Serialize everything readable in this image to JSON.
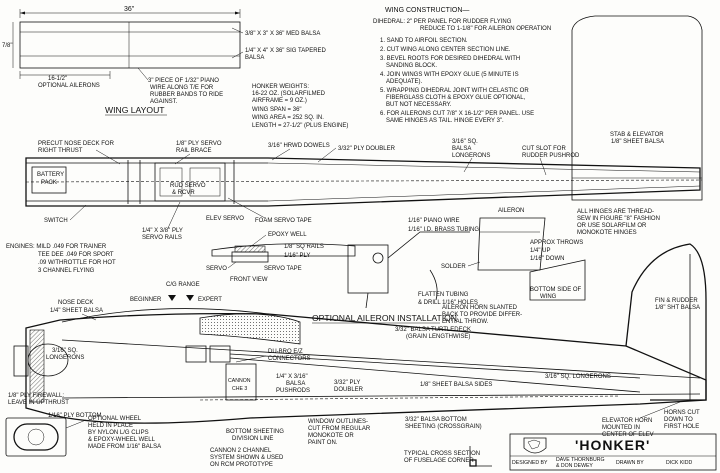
{
  "wing_layout": {
    "span_dim": "36\"",
    "chord_dim": "7/8\"",
    "aileron_dim": "16-1/2\"",
    "aileron_label": "OPTIONAL AILERONS",
    "med_balsa": "3/8\" X 3\" X 36\" MED BALSA",
    "sig_balsa": [
      "1/4\" X 4\" X 36\" SIG TAPERED",
      "BALSA"
    ],
    "piano_wire": [
      "3\" PIECE OF 1/32\" PIANO",
      "WIRE ALONG T/E FOR",
      "RUBBER BANDS TO RIDE",
      "AGAINST."
    ],
    "title": "WING LAYOUT"
  },
  "honker_specs": [
    "HONKER WEIGHTS:",
    "16-22 OZ. (SOLARFILMED",
    "AIRFRAME = 9 OZ.)",
    "WING SPAN = 36\"",
    "WING AREA = 252 SQ. IN.",
    "LENGTH = 27-1/2\" (PLUS ENGINE)"
  ],
  "wing_construction": {
    "title": "WING CONSTRUCTION—",
    "dihedral": [
      "DIHEDRAL: 2\" PER PANEL FOR RUDDER FLYING",
      "REDUCE TO 1-1/8\" FOR AILERON OPERATION"
    ],
    "steps": [
      [
        "1. SAND TO AIRFOIL SECTION."
      ],
      [
        "2. CUT WING ALONG CENTER SECTION LINE."
      ],
      [
        "3. BEVEL ROOTS FOR DESIRED DIHEDRAL WITH",
        "SANDING BLOCK."
      ],
      [
        "4. JOIN WINGS WITH EPOXY GLUE (5 MINUTE IS",
        "ADEQUATE)."
      ],
      [
        "5. WRAPPING DIHEDRAL JOINT WITH CELASTIC OR",
        "FIBERGLASS CLOTH & EPOXY GLUE OPTIONAL,",
        "BUT NOT NECESSARY."
      ],
      [
        "6. FOR AILERONS CUT 7/8\" X 16-1/2\" PER PANEL. USE",
        "SAME HINGES AS TAIL. HINGE EVERY 3\"."
      ]
    ]
  },
  "stab": [
    "STAB & ELEVATOR",
    "1/8\" SHEET BALSA"
  ],
  "top_view": {
    "nose_deck": [
      "PRECUT NOSE DECK FOR",
      "RIGHT THRUST"
    ],
    "servo_rail": [
      "1/8\" PLY SERVO",
      "RAIL BRACE"
    ],
    "dowels": "3/16\" HRWD DOWELS",
    "doubler": "3/32\" PLY DOUBLER",
    "longerons": [
      "3/16\" SQ.",
      "BALSA",
      "LONGERONS"
    ],
    "pushrod_slot": [
      "CUT SLOT FOR",
      "RUDDER PUSHROD"
    ],
    "battery": [
      "BATTERY",
      "PACK"
    ],
    "rcvr": [
      "RUD SERVO",
      "& RCVR"
    ],
    "switch": "SWITCH",
    "elev_servo": "ELEV SERVO",
    "foam_tape": "FOAM SERVO TAPE",
    "ply_rails": [
      "1/4\" X 3/8\" PLY",
      "SERVO RAILS"
    ]
  },
  "engines": [
    "ENGINES: MILD .049 FOR TRAINER",
    "TEE DEE .049 FOR SPORT",
    ".09 W/THROTTLE FOR HOT",
    "3 CHANNEL FLYING"
  ],
  "aileron_detail": {
    "epoxy_well": "EPOXY WELL",
    "sq_rails": "1/8\" SQ RAILS",
    "ply": "1/16\" PLY",
    "servo": "SERVO",
    "servo_tape": "SERVO TAPE",
    "front_view": "FRONT VIEW",
    "piano_wire": "1/16\" PIANO WIRE",
    "brass_tubing": "1/16\" I.D. BRASS TUBING",
    "aileron": "AILERON",
    "throws": [
      "APPROX THROWS",
      "1/4\" UP",
      "1/16\" DOWN"
    ],
    "solder": "SOLDER",
    "bottom_side": [
      "BOTTOM SIDE OF",
      "WING"
    ],
    "flatten": [
      "FLATTEN TUBING",
      "& DRILL 1/16\" HOLES"
    ],
    "horn_slanted": [
      "AILERON HORN SLANTED",
      "BACK TO PROVIDE DIFFER-",
      "ENTIAL THROW."
    ],
    "title": "OPTIONAL AILERON INSTALLATION"
  },
  "hinges": [
    "ALL HINGES ARE THREAD-",
    "SEW IN FIGURE \"8\" FASHION",
    "OR USE SOLARFILM OR",
    "MONOKOTE HINGES"
  ],
  "cg": {
    "range": "C/G RANGE",
    "beginner": "BEGINNER",
    "expert": "EXPERT"
  },
  "side_view": {
    "nose_deck": [
      "NOSE DECK",
      "1/4\" SHEET BALSA"
    ],
    "turtledeck": [
      "3/32\" BALSA TURTLEDECK",
      "(GRAIN LENGTHWISE)"
    ],
    "fin_rudder": [
      "FIN & RUDDER",
      "1/8\" SHT BALSA"
    ],
    "longerons_l": [
      "3/16\" SQ.",
      "LONGERONS"
    ],
    "dubro": [
      "DU-BRO E/Z",
      "CONNECTORS"
    ],
    "pushrods": [
      "1/4\" X 3/16\"",
      "BALSA",
      "PUSHRODS"
    ],
    "cannon": [
      "CANNON",
      "CHE 3"
    ],
    "ply_doubler": [
      "3/32\" PLY",
      "DOUBLER"
    ],
    "sides": "1/8\" SHEET BALSA SIDES",
    "longerons_r": "3/16\" SQ. LONGERONS",
    "firewall": [
      "1/8\" PLY FIREWALL:",
      "LEAVE IN UPTHRUST"
    ],
    "ply_bottom": "1/16\" PLY BOTTOM",
    "window": [
      "WINDOW OUTLINES-",
      "CUT FROM REGULAR",
      "MONOKOTE OR",
      "PAINT ON."
    ],
    "sheeting_line": [
      "BOTTOM SHEETING",
      "DIVISION LINE"
    ],
    "bottom_sheeting": [
      "3/32\" BALSA BOTTOM",
      "SHEETING (CROSSGRAIN)"
    ],
    "elev_horn": [
      "ELEVATOR HORN",
      "MOUNTED IN",
      "CENTER OF ELEV"
    ],
    "horns_cut": [
      "HORNS CUT",
      "DOWN TO",
      "FIRST HOLE"
    ]
  },
  "tank": [
    "OPTIONAL WHEEL",
    "HELD IN PLACE",
    "BY NYLON L/G CLIPS",
    "& EPOXY-WHEEL WELL",
    "MADE FROM 1/16\" BALSA"
  ],
  "cannon_note": [
    "CANNON 2 CHANNEL",
    "SYSTEM SHOWN & USED",
    "ON RCM PROTOTYPE"
  ],
  "cross_section": [
    "TYPICAL CROSS SECTION",
    "OF FUSELAGE CORNER"
  ],
  "title_block": {
    "name": "'HONKER'",
    "designed_label": "DESIGNED BY",
    "designers": [
      "DAVE THORNBURG",
      "& DON DEWEY"
    ],
    "drawn_label": "DRAWN BY",
    "drawn_by": "DICK KIDD"
  }
}
